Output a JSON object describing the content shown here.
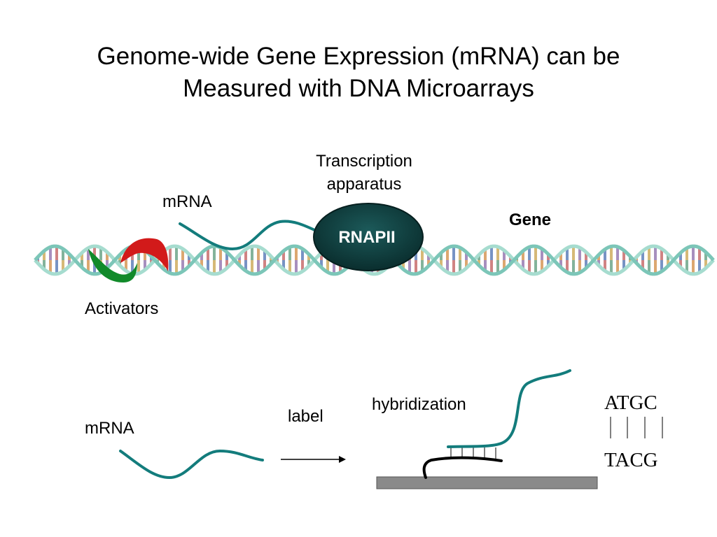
{
  "title": {
    "line1": "Genome-wide Gene Expression (mRNA) can be",
    "line2": "Measured with DNA Microarrays"
  },
  "labels": {
    "transcription_line1": "Transcription",
    "transcription_line2": "apparatus",
    "mrna_top": "mRNA",
    "gene": "Gene",
    "rnapii": "RNAPII",
    "activators": "Activators",
    "mrna_bottom": "mRNA",
    "label": "label",
    "hybridization": "hybridization",
    "seq_top": "ATGC",
    "seq_bottom": "TACG"
  },
  "colors": {
    "strand": "#137c7c",
    "rnapii_fill": "#0d3a3a",
    "activator_green": "#118a2a",
    "activator_red": "#d21a1a",
    "chip": "#8a8a8a",
    "dna_backbone": "#9fd7cc"
  }
}
